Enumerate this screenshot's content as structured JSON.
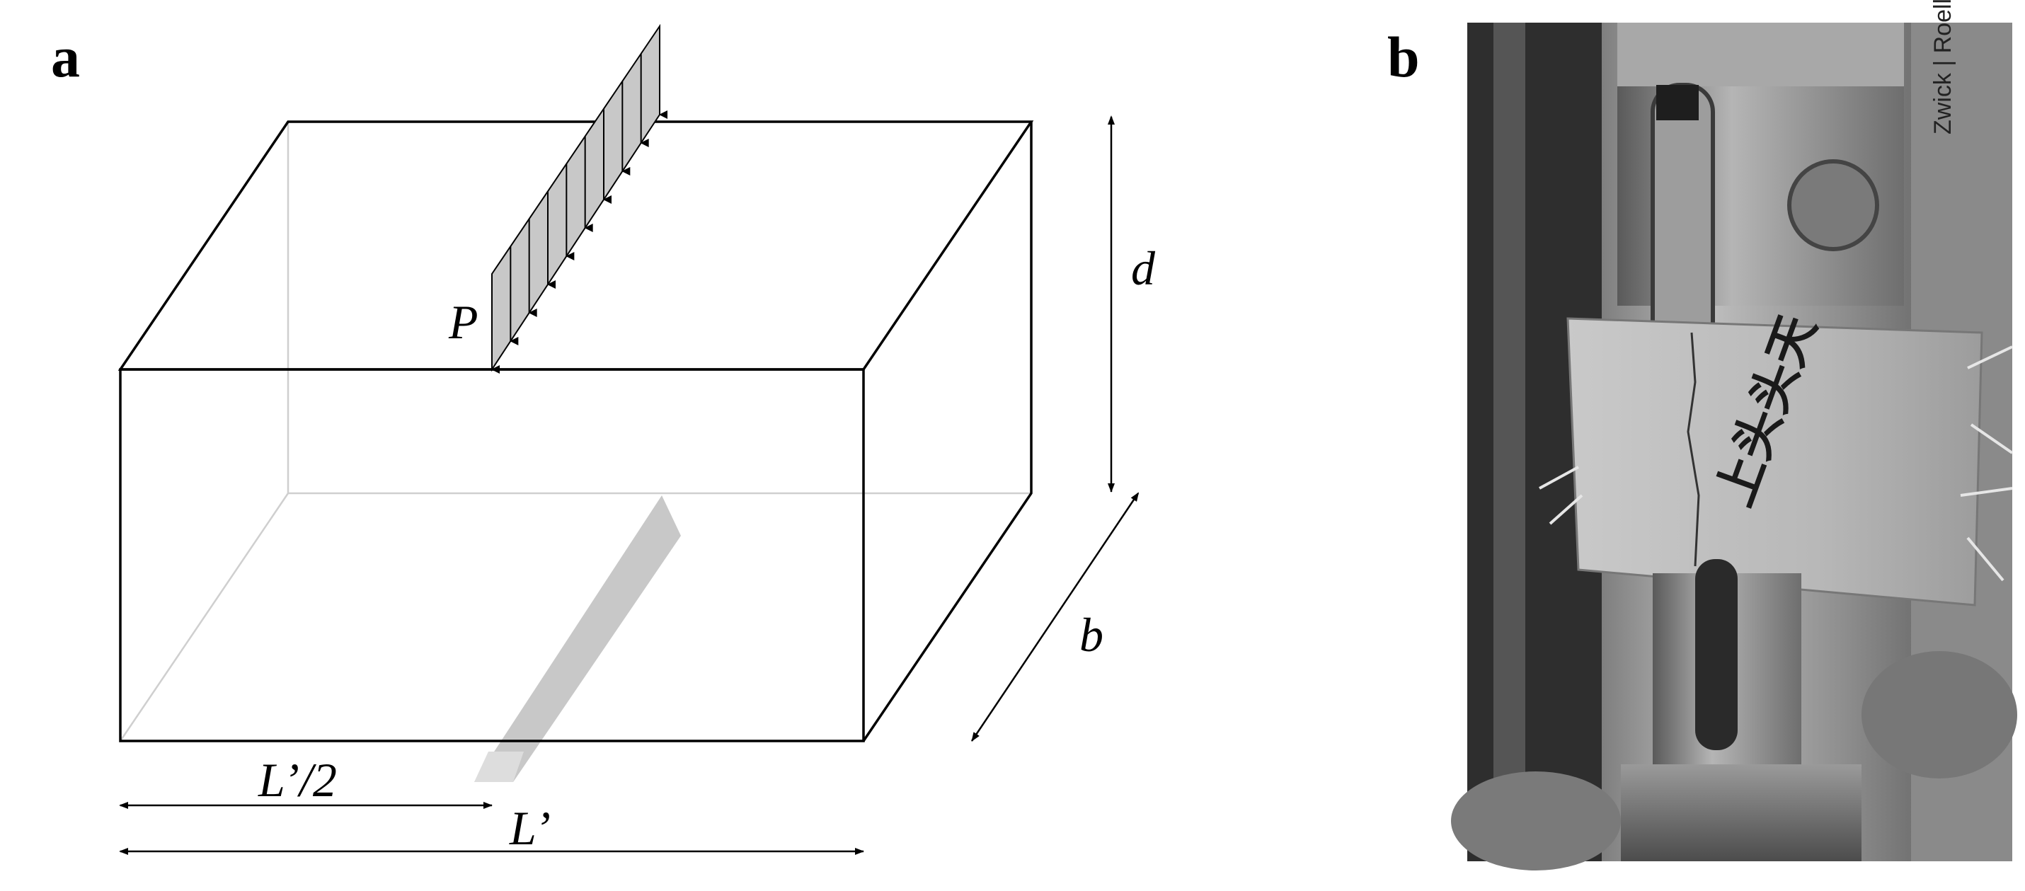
{
  "panels": {
    "a": {
      "label": "a"
    },
    "b": {
      "label": "b"
    }
  },
  "diagram": {
    "load_label": "P",
    "depth_label": "d",
    "width_label": "b",
    "half_span_label": "L’/2",
    "span_label": "L’"
  },
  "photo": {
    "specimen_writing": "上头头天",
    "machine_brand_text": "Zwick | Roell"
  },
  "colors": {
    "support_fill": "#c8c8c8",
    "load_fill": "#c8c8c8",
    "edge": "#000000",
    "hidden_edge": "#cfcfcf"
  }
}
